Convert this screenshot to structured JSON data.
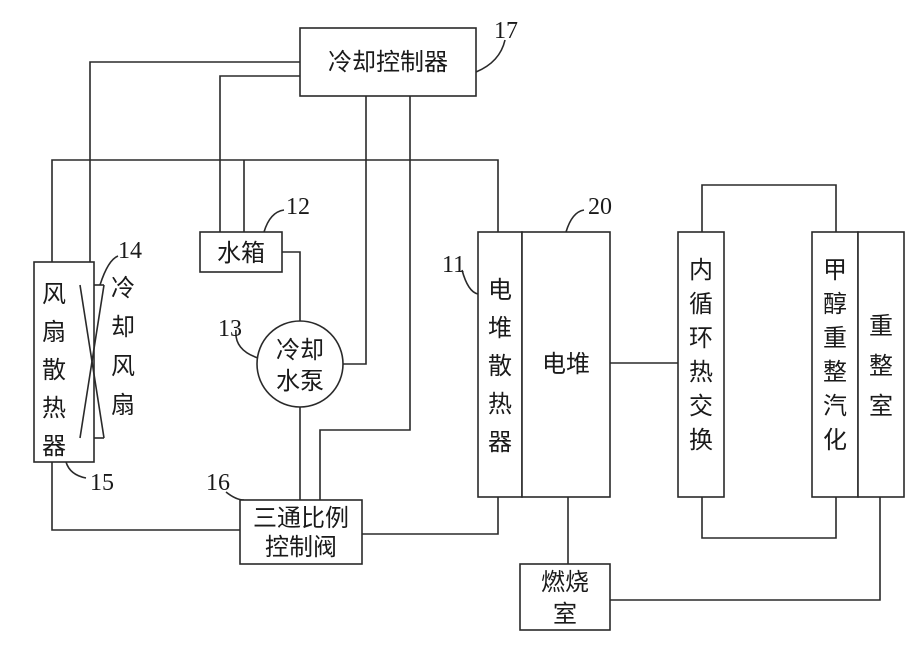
{
  "labels": {
    "cooling_controller": "冷却控制器",
    "fan_radiator": "风扇散热器",
    "cooling_fan": "冷却风扇",
    "water_tank": "水箱",
    "cooling_pump": "冷却水泵",
    "three_way_valve": "三通比例控制阀",
    "stack_radiator": "电堆散热器",
    "stack": "电堆",
    "inner_heat_exchange": "内循环热交换",
    "methanol_reforming": "甲醇重整汽化",
    "reforming_chamber": "重整室",
    "combustion_chamber": "燃烧室"
  },
  "numbers": {
    "n17": "17",
    "n12": "12",
    "n14": "14",
    "n13": "13",
    "n11": "11",
    "n20": "20",
    "n15": "15",
    "n16": "16"
  }
}
